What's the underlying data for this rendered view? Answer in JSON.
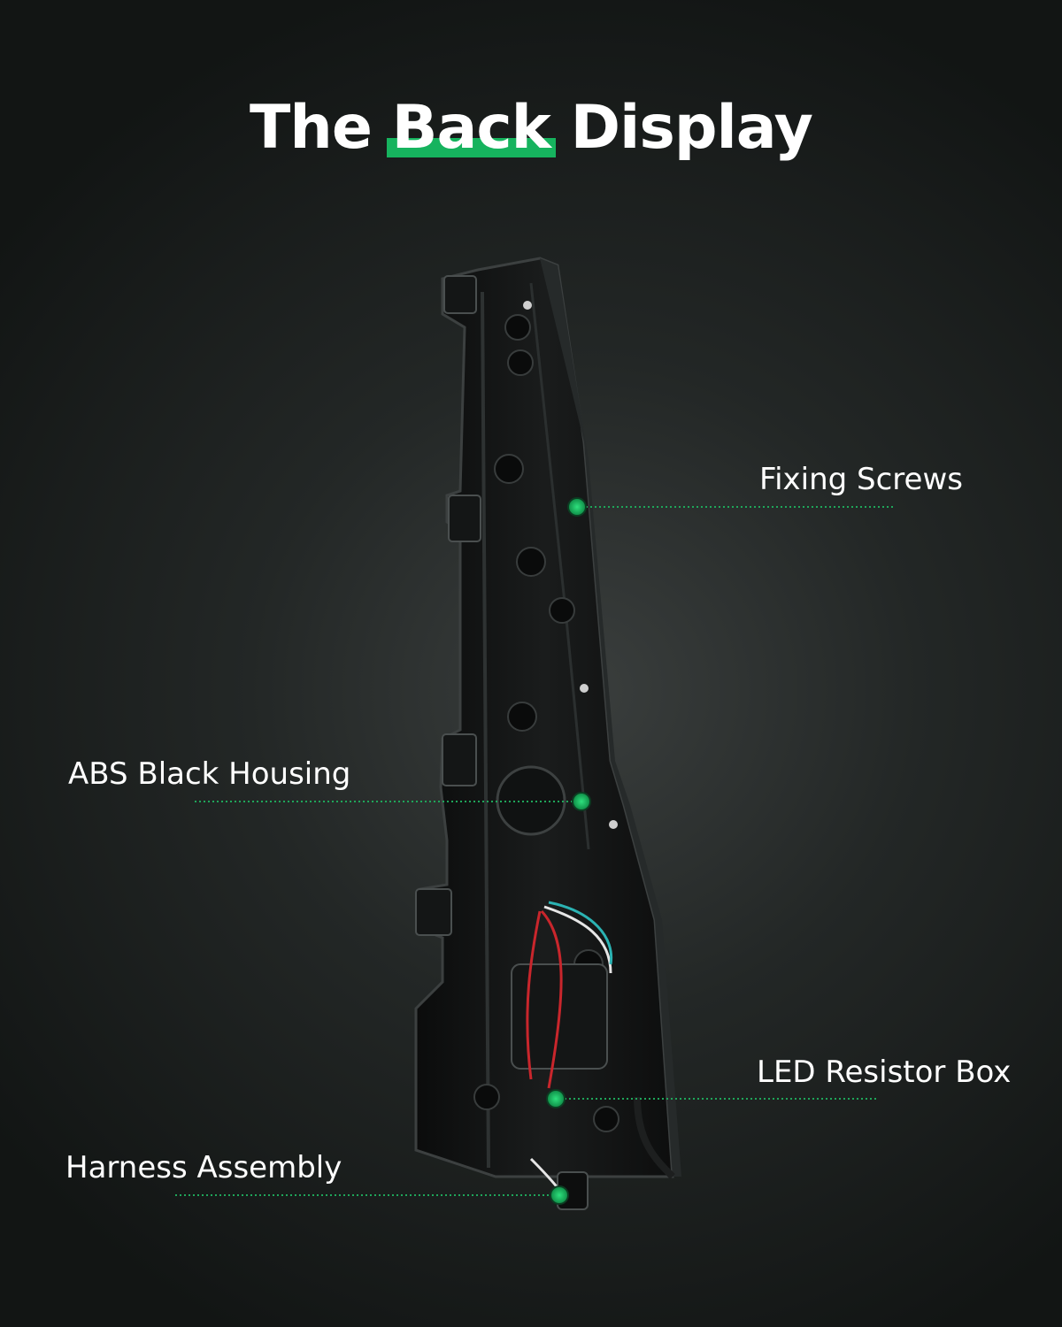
{
  "title": {
    "pre": "The",
    "highlight": "Back",
    "post": "Display"
  },
  "callouts": {
    "fixing_screws": "Fixing Screws",
    "abs_housing": "ABS Black Housing",
    "led_resistor": "LED Resistor Box",
    "harness": "Harness Assembly"
  },
  "colors": {
    "accent": "#16b35e",
    "background": "#1b1f1e",
    "text": "#ffffff"
  }
}
